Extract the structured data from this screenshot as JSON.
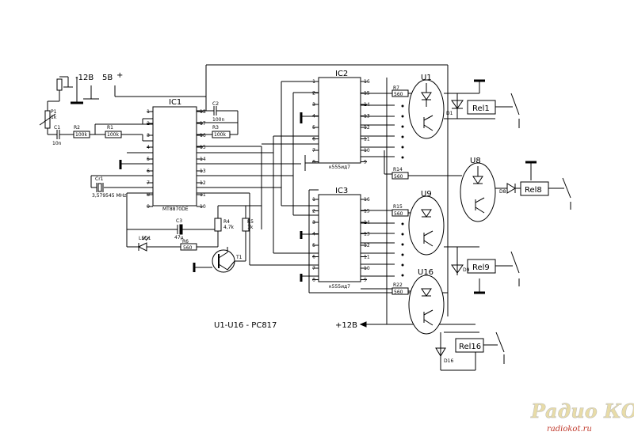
{
  "ic1": {
    "name": "IC1",
    "part": "MT8870DE",
    "left_pins": [
      "1",
      "2",
      "3",
      "4",
      "5",
      "6",
      "7",
      "8",
      "9"
    ],
    "right_pins": [
      "18",
      "17",
      "16",
      "15",
      "14",
      "13",
      "12",
      "11",
      "10"
    ]
  },
  "ic2": {
    "name": "IC2",
    "part": "к555ид7",
    "left_pins": [
      "1",
      "2",
      "3",
      "4",
      "5",
      "6",
      "7",
      "8"
    ],
    "right_pins": [
      "16",
      "15",
      "14",
      "13",
      "12",
      "11",
      "10",
      "9"
    ]
  },
  "ic3": {
    "name": "IC3",
    "part": "к555ид7",
    "left_pins": [
      "1",
      "2",
      "3",
      "4",
      "5",
      "6",
      "7",
      "8"
    ],
    "right_pins": [
      "16",
      "15",
      "14",
      "13",
      "12",
      "11",
      "10",
      "9"
    ]
  },
  "power": {
    "minus12": "-12В",
    "plus5": "5В",
    "plus_sign": "+",
    "plus12": "+12В"
  },
  "components": {
    "p1_name": "P1",
    "p1_value": "1k",
    "c1_name": "C1",
    "c1_value": "10n",
    "r2_name": "R2",
    "r2_value": "100k",
    "r1_name": "R1",
    "r1_value": "100k",
    "c2_name": "C2",
    "c2_value": "100n",
    "r3_name": "R3",
    "r3_value": "100k",
    "cr1_name": "Cr1",
    "cr1_value": "3,579545 MHz",
    "c3_name": "C3",
    "c3_value": "47µ",
    "led_name": "LED1",
    "r6_name": "R6",
    "r6_value": "560",
    "r4_name": "R4",
    "r4_value": "4,7k",
    "r5_name": "R5",
    "r5_value": "1k",
    "t1_name": "T1",
    "r7_name": "R7",
    "r7_value": "560",
    "r14_name": "R14",
    "r14_value": "560",
    "r15_name": "R15",
    "r15_value": "560",
    "r22_name": "R22",
    "r22_value": "560"
  },
  "optos": {
    "u1": "U1",
    "u8": "U8",
    "u9": "U9",
    "u16": "U16"
  },
  "relays": {
    "rel1": "Rel1",
    "rel8": "Rel8",
    "rel9": "Rel9",
    "rel16": "Rel16"
  },
  "diodes": {
    "d1": "D1",
    "d8": "D8",
    "d9": "D9",
    "d16": "D16"
  },
  "caption": "U1-U16 - PC817",
  "watermark": {
    "logo": "Радио КОТ",
    "site": "radiokot.ru"
  }
}
